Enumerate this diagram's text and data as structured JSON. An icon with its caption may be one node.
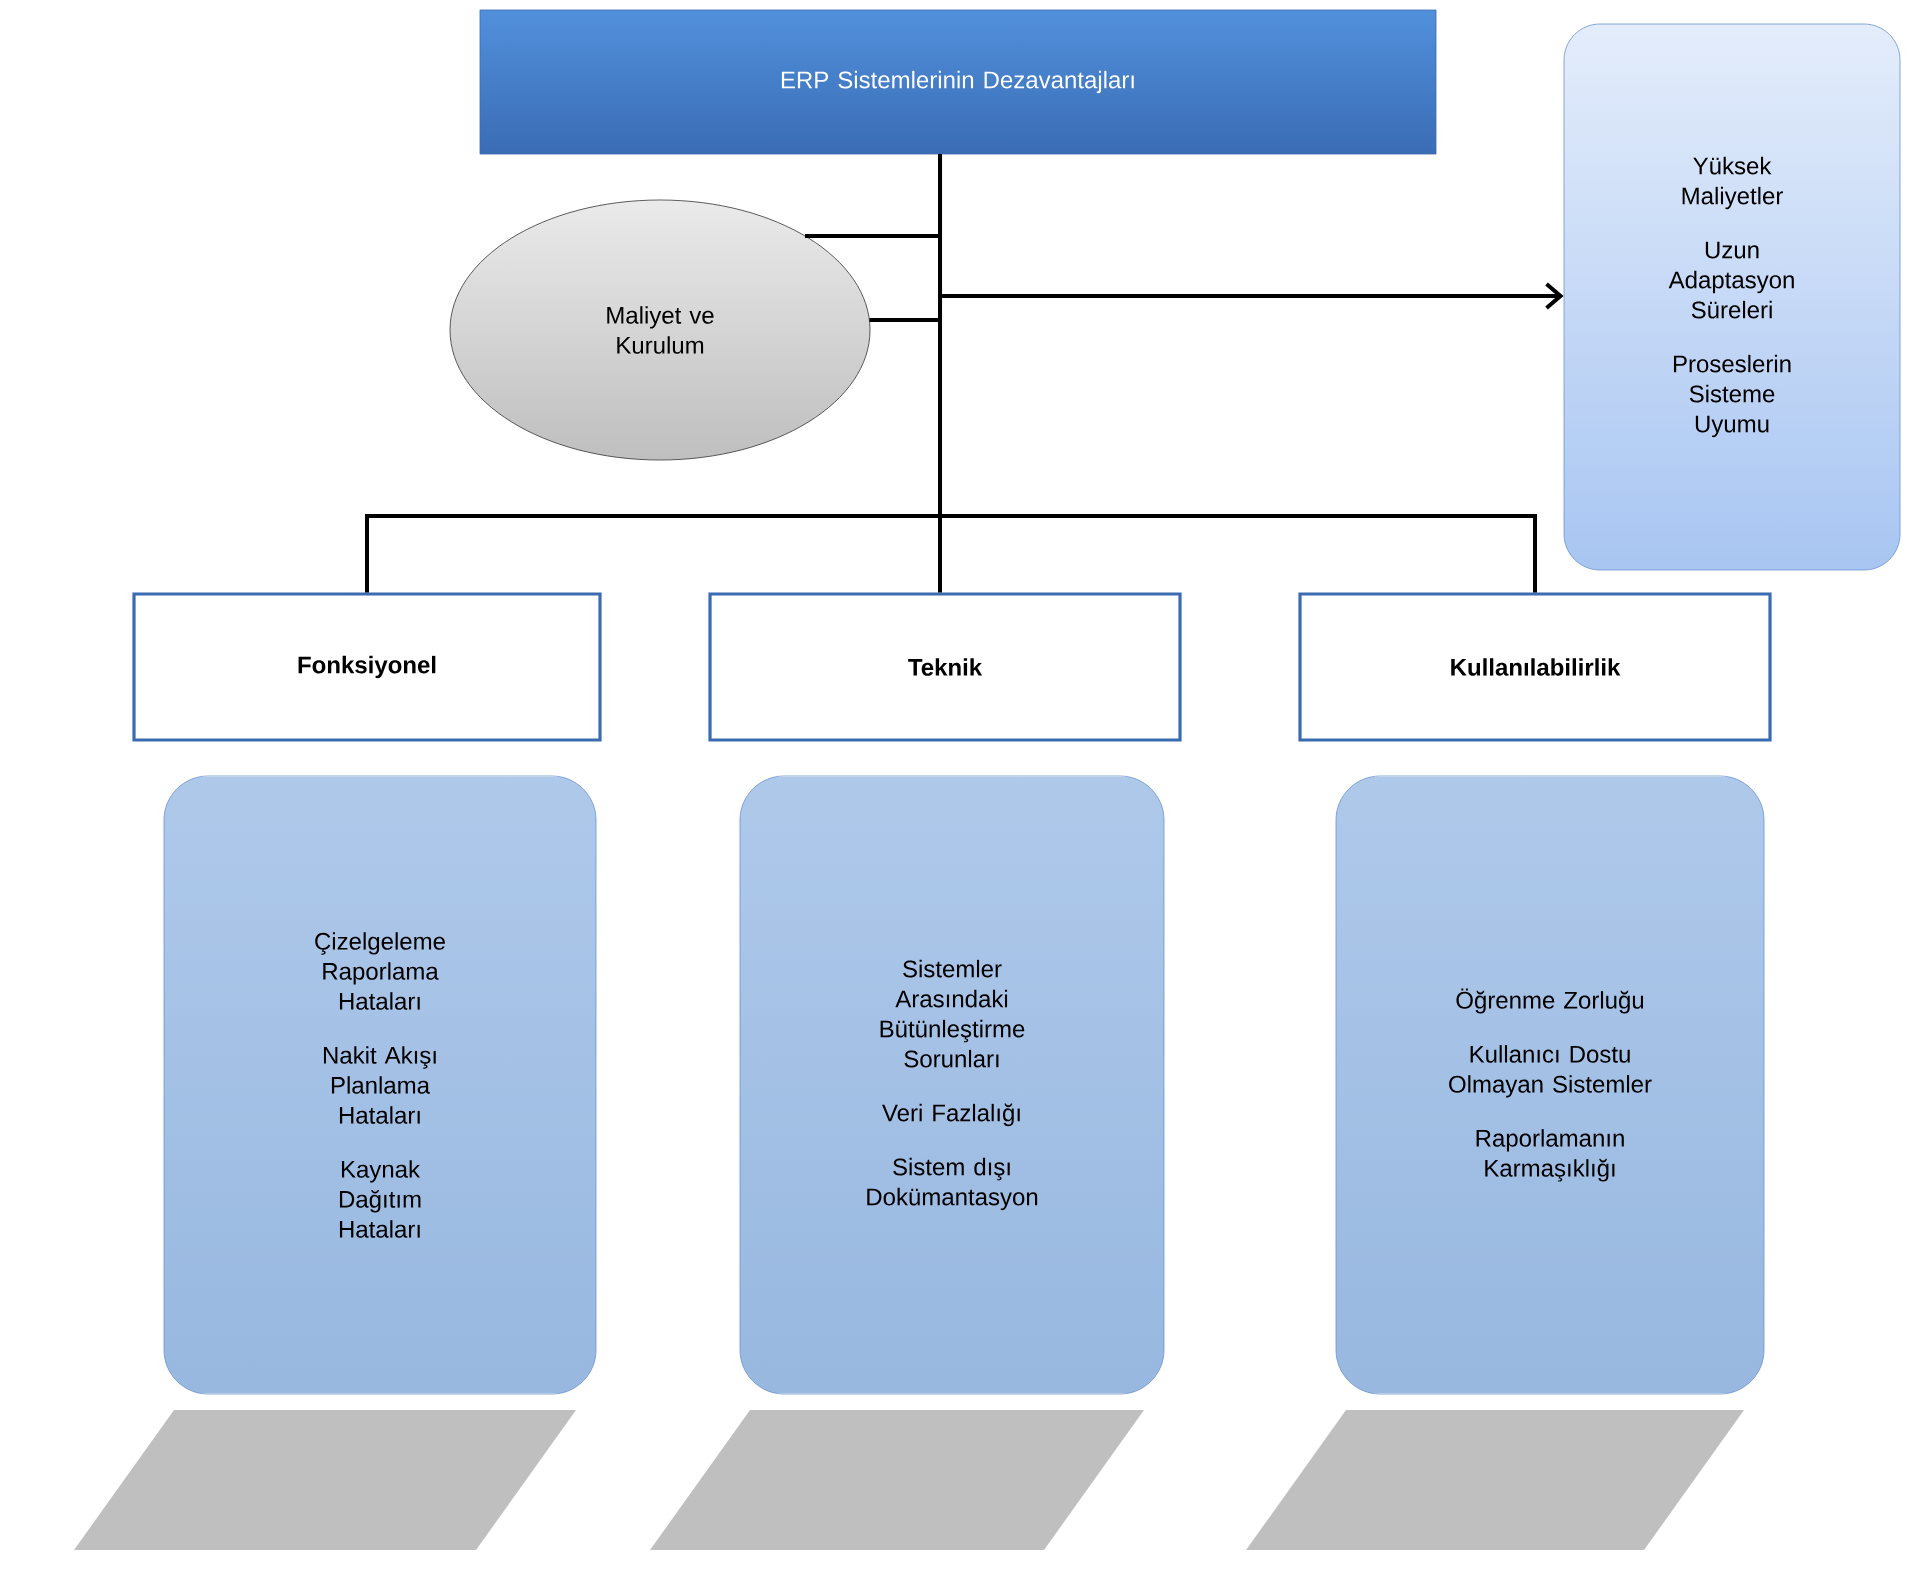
{
  "diagram": {
    "nodes": [
      {
        "text": [
          "ERP Sistemlerinin Dezavantajları"
        ]
      },
      {
        "text": [
          "Maliyet ve Kurulum"
        ]
      },
      {
        "text": [
          "Yüksek Maliyetler",
          "Uzun Adaptasyon Süreleri",
          "Proseslerin Sisteme Uyumu"
        ]
      },
      {
        "text": [
          "Fonksiyonel"
        ]
      },
      {
        "text": [
          "Teknik"
        ]
      },
      {
        "text": [
          "Kullanılabilirlik"
        ]
      },
      {
        "text": [
          "Çizelgeleme Raporlama Hataları",
          "Nakit Akışı Planlama Hataları",
          "Kaynak Dağıtım Hataları"
        ]
      },
      {
        "text": [
          "Sistemler Arasındaki Bütünleştirme Sorunları",
          "Veri Fazlalığı",
          "Sistem dışı Dokümantasyon"
        ]
      },
      {
        "text": [
          "Öğrenme Zorluğu",
          "Kullanıcı Dostu Olmayan Sistemler",
          "Raporlamanın Karmaşıklığı"
        ]
      }
    ],
    "edges": [
      {
        "from": 1,
        "to": 0,
        "arrow": "none"
      },
      {
        "from": 1,
        "to": 0,
        "arrow": "none"
      },
      {
        "from": 0,
        "to": 2,
        "arrow": "to"
      },
      {
        "from": 0,
        "to": 3,
        "arrow": "none"
      },
      {
        "from": 0,
        "to": 4,
        "arrow": "none"
      },
      {
        "from": 0,
        "to": 5,
        "arrow": "none"
      }
    ]
  }
}
